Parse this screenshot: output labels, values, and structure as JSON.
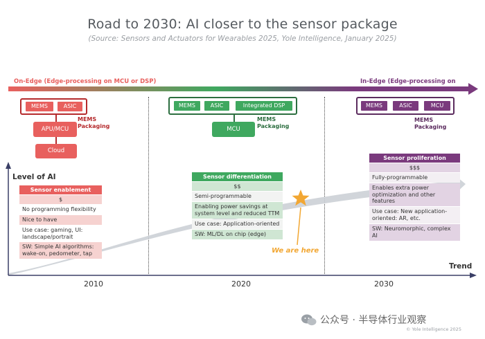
{
  "header": {
    "title": "Road to 2030: AI closer to the sensor package",
    "subtitle": "(Source: Sensors and Actuators for Wearables 2025, Yole Intelligence, January 2025)"
  },
  "zones": {
    "on_edge": "On-Edge (Edge-processing on MCU or DSP)",
    "in_edge": "In-Edge (Edge-processing on"
  },
  "stage_2010": {
    "chips": [
      "MEMS",
      "ASIC"
    ],
    "package_label": "MEMS\nPackaging",
    "processor": "APU/MCU",
    "cloud": "Cloud",
    "table_title": "Sensor enablement",
    "rows": [
      "$",
      "No programming flexibility",
      "Nice to have",
      "Use case: gaming, UI: landscape/portrait",
      "SW: Simple AI algorithms: wake-on, pedometer, tap"
    ]
  },
  "stage_2020": {
    "chips": [
      "MEMS",
      "ASIC",
      "Integrated DSP"
    ],
    "package_label": "MEMS\nPackaging",
    "processor": "MCU",
    "table_title": "Sensor differentiation",
    "rows": [
      "$$",
      "Semi-programmable",
      "Enabling power savings at system level and reduced TTM",
      "Use case: Application-oriented",
      "SW: ML/DL on chip (edge)"
    ]
  },
  "stage_2030": {
    "chips": [
      "MEMS",
      "ASIC",
      "MCU"
    ],
    "package_label": "MEMS\nPackaging",
    "table_title": "Sensor proliferation",
    "rows": [
      "$$$",
      "Fully-programmable",
      "Enables extra power optimization and other features",
      "Use case: New application-oriented: AR, etc.",
      "SW: Neuromorphic, complex AI"
    ]
  },
  "axes": {
    "y_label": "Level of AI",
    "x_label": "Trend",
    "years": [
      "2010",
      "2020",
      "2030"
    ]
  },
  "marker": {
    "label": "We are here"
  },
  "footer": {
    "watermark": "公众号 · 半导体行业观察",
    "copyright": "© Yole Intelligence 2025"
  },
  "colors": {
    "red": "#e8605e",
    "red_dark": "#b52a2c",
    "red_light": "#f6d2d0",
    "green": "#3fa85f",
    "green_dark": "#2c6e3f",
    "green_light": "#cfe6d3",
    "purple": "#7a3a7d",
    "purple_dark": "#5b2b5e",
    "purple_light": "#e2d3e3",
    "star": "#f2a733"
  }
}
